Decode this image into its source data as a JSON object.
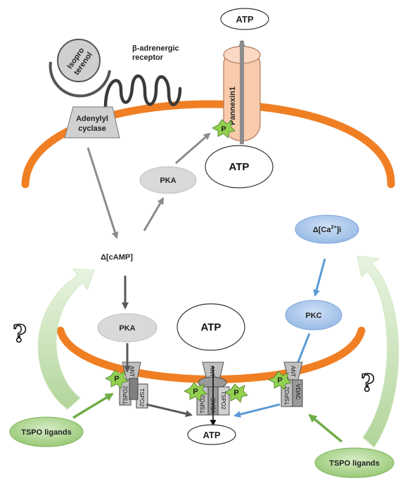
{
  "labels": {
    "atp_top": "ATP",
    "isoproterenol_line1": "Isopro",
    "isoproterenol_line2": "terenol",
    "beta_receptor_line1": "β-adrenergic",
    "beta_receptor_line2": "receptor",
    "adenylyl_cyclase_line1": "Adenylyl",
    "adenylyl_cyclase_line2": "cyclase",
    "pannexin": "Pannexin1",
    "p": "P",
    "pka_upper": "PKA",
    "atp_cell_upper": "ATP",
    "camp_delta": "Δ[cAMP]",
    "calcium_prefix": "Δ[Ca",
    "calcium_sup": "2+",
    "calcium_suffix": "]i",
    "question": "?",
    "pka_lower": "PKA",
    "atp_mito": "ATP",
    "pkc": "PKC",
    "ant": "ANT",
    "tspo2": "TSPO2",
    "vdac": "VDAC",
    "atp_bottom": "ATP",
    "tspo_ligands_left": "TSPO ligands",
    "tspo_ligands_right": "TSPO ligands"
  },
  "colors": {
    "membrane_orange": "#f07f24",
    "grey_node": "#d9d9d9",
    "blue_node": "#a9c6ec",
    "green_node": "#a9d08e",
    "phospho_green": "#92d050",
    "pannexin_fill": "#f8cbad",
    "arrow_grey": "#8c8c8c",
    "arrow_dark": "#595959",
    "arrow_blue": "#5b9bd5",
    "arrow_green": "#70ad47",
    "curve_green": "#c5e0b4"
  }
}
